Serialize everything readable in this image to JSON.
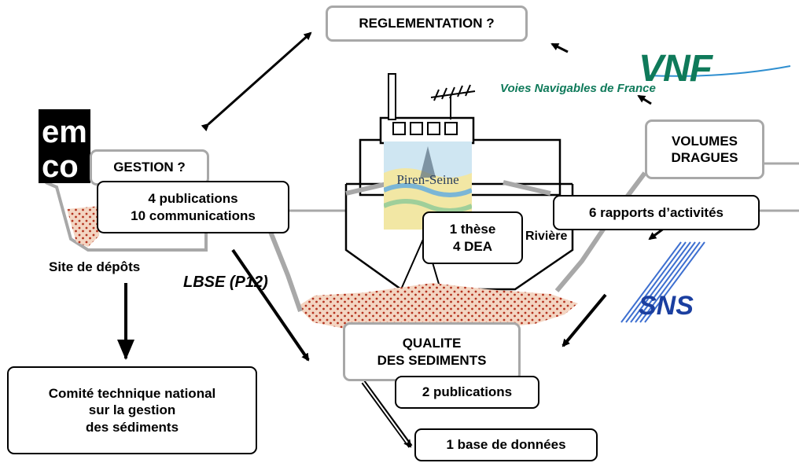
{
  "boxes": {
    "reglementation": "REGLEMENTATION ?",
    "gestion": "GESTION ?",
    "publications_lbse": "4 publications\n10 communications",
    "volumes_dragues": "VOLUMES\nDRAGUES",
    "rapports": "6 rapports d’activités",
    "these": "1 thèse\n4 DEA",
    "qualite": "QUALITE\nDES SEDIMENTS",
    "publications_qualite": "2 publications",
    "base": "1 base de données",
    "comite": "Comité technique national\nsur la gestion\ndes sédiments"
  },
  "labels": {
    "site_depots": "Site de dépôts",
    "lbse": "LBSE (P12)",
    "riviere": "Rivière"
  },
  "logos": {
    "vnf": "VNF",
    "vnf_subtitle": "Voies Navigables de France",
    "sns": "SNS",
    "piren": "Piren-Seine",
    "emco_name": "emco",
    "emco_color": "#000000",
    "vnf_color": "#0f7a5a",
    "sns_color": "#1b3fa0"
  },
  "colors": {
    "sediment_fill": "#f3d5c2",
    "sediment_dots": "#b4321e",
    "gray_border": "#a8a8a8",
    "black_border": "#000000"
  }
}
